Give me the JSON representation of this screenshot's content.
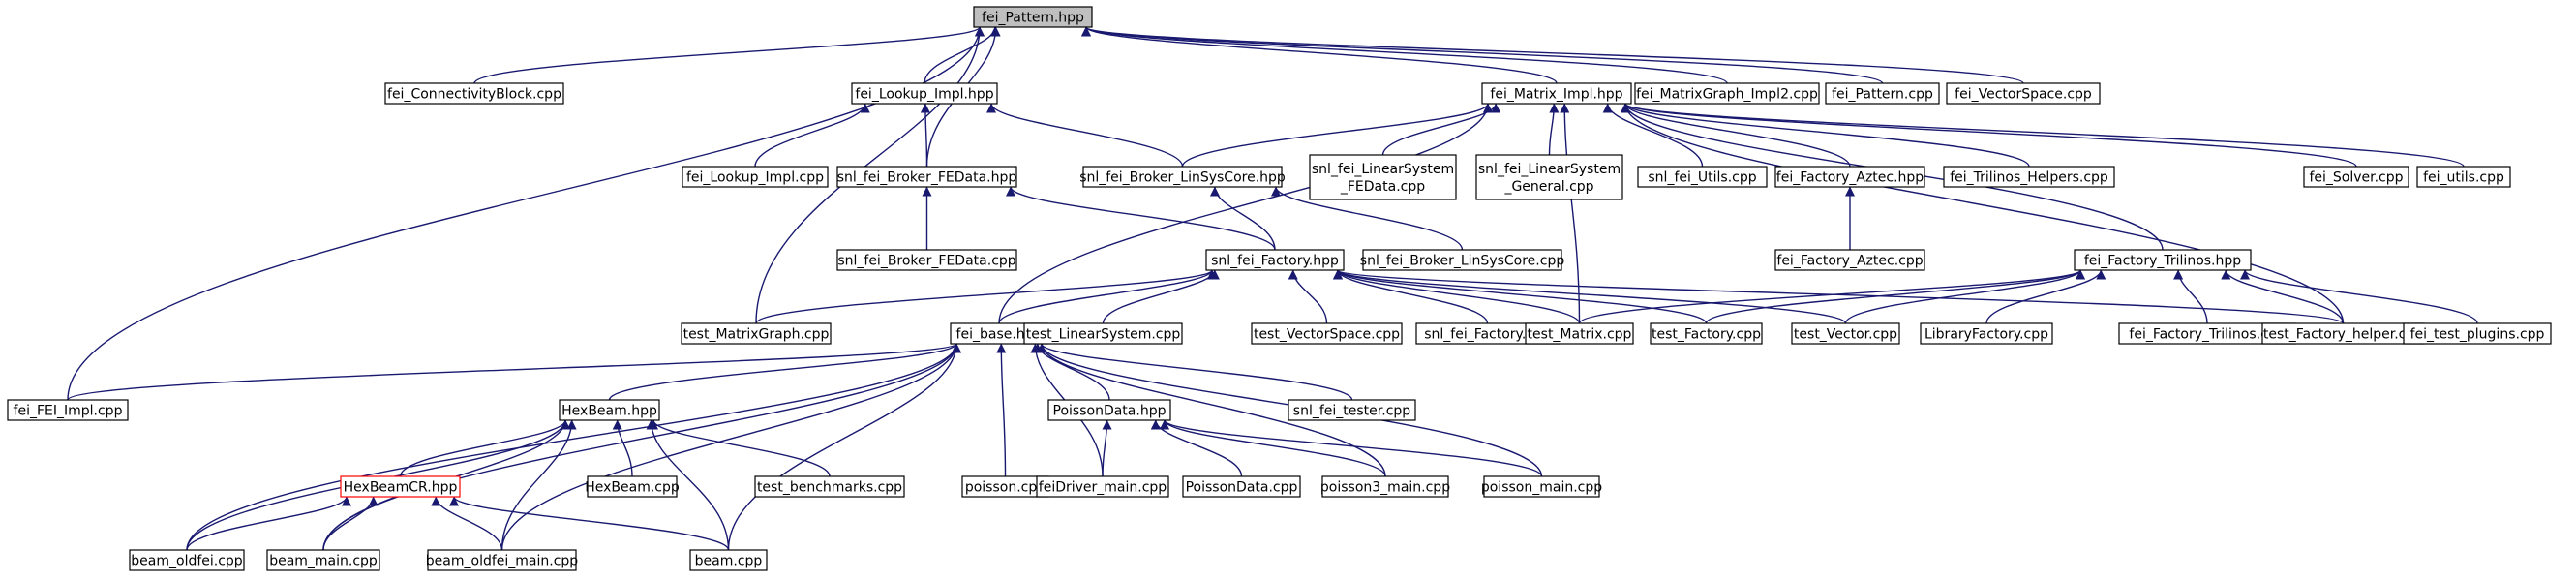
{
  "nodes": [
    {
      "id": "fei_pattern_hpp",
      "label": "fei_Pattern.hpp",
      "root": true
    },
    {
      "id": "fei_connectivityblock_cpp",
      "label": "fei_ConnectivityBlock.cpp"
    },
    {
      "id": "fei_lookup_impl_hpp",
      "label": "fei_Lookup_Impl.hpp"
    },
    {
      "id": "fei_matrix_impl_hpp",
      "label": "fei_Matrix_Impl.hpp"
    },
    {
      "id": "fei_matrixgraph_impl2_cpp",
      "label": "fei_MatrixGraph_Impl2.cpp"
    },
    {
      "id": "fei_pattern_cpp",
      "label": "fei_Pattern.cpp"
    },
    {
      "id": "fei_vectorspace_cpp",
      "label": "fei_VectorSpace.cpp"
    },
    {
      "id": "fei_lookup_impl_cpp",
      "label": "fei_Lookup_Impl.cpp"
    },
    {
      "id": "snl_fei_broker_fedata_hpp",
      "label": "snl_fei_Broker_FEData.hpp"
    },
    {
      "id": "snl_fei_broker_linsyscore_hpp",
      "label": "snl_fei_Broker_LinSysCore.hpp"
    },
    {
      "id": "snl_fei_linearsystem_fedata_cpp",
      "label": [
        "snl_fei_LinearSystem",
        "_FEData.cpp"
      ]
    },
    {
      "id": "snl_fei_linearsystem_general_cpp",
      "label": [
        "snl_fei_LinearSystem",
        "_General.cpp"
      ]
    },
    {
      "id": "snl_fei_utils_cpp",
      "label": "snl_fei_Utils.cpp"
    },
    {
      "id": "fei_factory_aztec_hpp",
      "label": "fei_Factory_Aztec.hpp"
    },
    {
      "id": "fei_trilinos_helpers_cpp",
      "label": "fei_Trilinos_Helpers.cpp"
    },
    {
      "id": "fei_solver_cpp",
      "label": "fei_Solver.cpp"
    },
    {
      "id": "fei_utils_cpp",
      "label": "fei_utils.cpp"
    },
    {
      "id": "snl_fei_broker_fedata_cpp",
      "label": "snl_fei_Broker_FEData.cpp"
    },
    {
      "id": "snl_fei_factory_hpp",
      "label": "snl_fei_Factory.hpp"
    },
    {
      "id": "snl_fei_broker_linsyscore_cpp",
      "label": "snl_fei_Broker_LinSysCore.cpp"
    },
    {
      "id": "fei_factory_aztec_cpp",
      "label": "fei_Factory_Aztec.cpp"
    },
    {
      "id": "fei_factory_trilinos_hpp",
      "label": "fei_Factory_Trilinos.hpp"
    },
    {
      "id": "test_matrixgraph_cpp",
      "label": "test_MatrixGraph.cpp"
    },
    {
      "id": "fei_base_hpp",
      "label": "fei_base.hpp"
    },
    {
      "id": "test_linearsystem_cpp",
      "label": "test_LinearSystem.cpp"
    },
    {
      "id": "test_vectorspace_cpp",
      "label": "test_VectorSpace.cpp"
    },
    {
      "id": "snl_fei_factory_cpp",
      "label": "snl_fei_Factory.cpp"
    },
    {
      "id": "test_matrix_cpp",
      "label": "test_Matrix.cpp"
    },
    {
      "id": "test_factory_cpp",
      "label": "test_Factory.cpp"
    },
    {
      "id": "test_vector_cpp",
      "label": "test_Vector.cpp"
    },
    {
      "id": "libraryfactory_cpp",
      "label": "LibraryFactory.cpp"
    },
    {
      "id": "fei_factory_trilinos_cpp",
      "label": "fei_Factory_Trilinos.cpp"
    },
    {
      "id": "test_factory_helper_cpp",
      "label": "test_Factory_helper.cpp"
    },
    {
      "id": "fei_test_plugins_cpp",
      "label": "fei_test_plugins.cpp"
    },
    {
      "id": "fei_fei_impl_cpp",
      "label": "fei_FEI_Impl.cpp"
    },
    {
      "id": "hexbeam_hpp",
      "label": "HexBeam.hpp"
    },
    {
      "id": "poissondata_hpp",
      "label": "PoissonData.hpp"
    },
    {
      "id": "snl_fei_tester_cpp",
      "label": "snl_fei_tester.cpp"
    },
    {
      "id": "hexbeamcr_hpp",
      "label": "HexBeamCR.hpp",
      "red": true
    },
    {
      "id": "hexbeam_cpp",
      "label": "HexBeam.cpp"
    },
    {
      "id": "test_benchmarks_cpp",
      "label": "test_benchmarks.cpp"
    },
    {
      "id": "poisson_cpp",
      "label": "poisson.cpp"
    },
    {
      "id": "feidriver_main_cpp",
      "label": "feiDriver_main.cpp"
    },
    {
      "id": "poissondata_cpp",
      "label": "PoissonData.cpp"
    },
    {
      "id": "poisson3_main_cpp",
      "label": "poisson3_main.cpp"
    },
    {
      "id": "poisson_main_cpp",
      "label": "poisson_main.cpp"
    },
    {
      "id": "beam_oldfei_cpp",
      "label": "beam_oldfei.cpp"
    },
    {
      "id": "beam_main_cpp",
      "label": "beam_main.cpp"
    },
    {
      "id": "beam_oldfei_main_cpp",
      "label": "beam_oldfei_main.cpp"
    },
    {
      "id": "beam_cpp",
      "label": "beam.cpp"
    }
  ],
  "edges": [
    [
      "fei_connectivityblock_cpp",
      "fei_pattern_hpp"
    ],
    [
      "fei_lookup_impl_hpp",
      "fei_pattern_hpp"
    ],
    [
      "snl_fei_broker_fedata_hpp",
      "fei_pattern_hpp"
    ],
    [
      "test_matrixgraph_cpp",
      "fei_pattern_hpp"
    ],
    [
      "fei_fei_impl_cpp",
      "fei_pattern_hpp"
    ],
    [
      "fei_matrix_impl_hpp",
      "fei_pattern_hpp"
    ],
    [
      "fei_matrixgraph_impl2_cpp",
      "fei_pattern_hpp"
    ],
    [
      "fei_pattern_cpp",
      "fei_pattern_hpp"
    ],
    [
      "fei_vectorspace_cpp",
      "fei_pattern_hpp"
    ],
    [
      "fei_lookup_impl_cpp",
      "fei_lookup_impl_hpp"
    ],
    [
      "snl_fei_broker_fedata_hpp",
      "fei_lookup_impl_hpp"
    ],
    [
      "snl_fei_broker_linsyscore_hpp",
      "fei_lookup_impl_hpp"
    ],
    [
      "fei_base_hpp",
      "fei_matrix_impl_hpp"
    ],
    [
      "snl_fei_broker_linsyscore_hpp",
      "fei_matrix_impl_hpp"
    ],
    [
      "snl_fei_linearsystem_fedata_cpp",
      "fei_matrix_impl_hpp"
    ],
    [
      "snl_fei_linearsystem_general_cpp",
      "fei_matrix_impl_hpp"
    ],
    [
      "snl_fei_utils_cpp",
      "fei_matrix_impl_hpp"
    ],
    [
      "fei_factory_aztec_hpp",
      "fei_matrix_impl_hpp"
    ],
    [
      "fei_trilinos_helpers_cpp",
      "fei_matrix_impl_hpp"
    ],
    [
      "fei_factory_trilinos_hpp",
      "fei_matrix_impl_hpp"
    ],
    [
      "test_factory_helper_cpp",
      "fei_matrix_impl_hpp"
    ],
    [
      "test_matrix_cpp",
      "fei_matrix_impl_hpp"
    ],
    [
      "fei_solver_cpp",
      "fei_matrix_impl_hpp"
    ],
    [
      "fei_utils_cpp",
      "fei_matrix_impl_hpp"
    ],
    [
      "snl_fei_broker_fedata_cpp",
      "snl_fei_broker_fedata_hpp"
    ],
    [
      "snl_fei_factory_hpp",
      "snl_fei_broker_fedata_hpp"
    ],
    [
      "snl_fei_factory_hpp",
      "snl_fei_broker_linsyscore_hpp"
    ],
    [
      "snl_fei_broker_linsyscore_cpp",
      "snl_fei_broker_linsyscore_hpp"
    ],
    [
      "fei_factory_aztec_cpp",
      "fei_factory_aztec_hpp"
    ],
    [
      "test_matrixgraph_cpp",
      "snl_fei_factory_hpp"
    ],
    [
      "fei_base_hpp",
      "snl_fei_factory_hpp"
    ],
    [
      "test_linearsystem_cpp",
      "snl_fei_factory_hpp"
    ],
    [
      "test_vectorspace_cpp",
      "snl_fei_factory_hpp"
    ],
    [
      "snl_fei_factory_cpp",
      "snl_fei_factory_hpp"
    ],
    [
      "test_matrix_cpp",
      "snl_fei_factory_hpp"
    ],
    [
      "test_factory_cpp",
      "snl_fei_factory_hpp"
    ],
    [
      "test_vector_cpp",
      "snl_fei_factory_hpp"
    ],
    [
      "test_factory_helper_cpp",
      "snl_fei_factory_hpp"
    ],
    [
      "test_matrix_cpp",
      "fei_factory_trilinos_hpp"
    ],
    [
      "test_factory_cpp",
      "fei_factory_trilinos_hpp"
    ],
    [
      "test_vector_cpp",
      "fei_factory_trilinos_hpp"
    ],
    [
      "libraryfactory_cpp",
      "fei_factory_trilinos_hpp"
    ],
    [
      "fei_factory_trilinos_cpp",
      "fei_factory_trilinos_hpp"
    ],
    [
      "test_factory_helper_cpp",
      "fei_factory_trilinos_hpp"
    ],
    [
      "fei_test_plugins_cpp",
      "fei_factory_trilinos_hpp"
    ],
    [
      "fei_fei_impl_cpp",
      "fei_base_hpp"
    ],
    [
      "hexbeam_hpp",
      "fei_base_hpp"
    ],
    [
      "poissondata_hpp",
      "fei_base_hpp"
    ],
    [
      "snl_fei_tester_cpp",
      "fei_base_hpp"
    ],
    [
      "poisson_cpp",
      "fei_base_hpp"
    ],
    [
      "feidriver_main_cpp",
      "fei_base_hpp"
    ],
    [
      "poisson3_main_cpp",
      "fei_base_hpp"
    ],
    [
      "poisson_main_cpp",
      "fei_base_hpp"
    ],
    [
      "beam_oldfei_cpp",
      "fei_base_hpp"
    ],
    [
      "beam_main_cpp",
      "fei_base_hpp"
    ],
    [
      "beam_oldfei_main_cpp",
      "fei_base_hpp"
    ],
    [
      "beam_cpp",
      "fei_base_hpp"
    ],
    [
      "hexbeamcr_hpp",
      "hexbeam_hpp"
    ],
    [
      "hexbeam_cpp",
      "hexbeam_hpp"
    ],
    [
      "test_benchmarks_cpp",
      "hexbeam_hpp"
    ],
    [
      "beam_oldfei_cpp",
      "hexbeam_hpp"
    ],
    [
      "beam_main_cpp",
      "hexbeam_hpp"
    ],
    [
      "beam_oldfei_main_cpp",
      "hexbeam_hpp"
    ],
    [
      "beam_cpp",
      "hexbeam_hpp"
    ],
    [
      "feidriver_main_cpp",
      "poissondata_hpp"
    ],
    [
      "poissondata_cpp",
      "poissondata_hpp"
    ],
    [
      "poisson3_main_cpp",
      "poissondata_hpp"
    ],
    [
      "poisson_main_cpp",
      "poissondata_hpp"
    ],
    [
      "beam_oldfei_cpp",
      "hexbeamcr_hpp"
    ],
    [
      "beam_main_cpp",
      "hexbeamcr_hpp"
    ],
    [
      "beam_oldfei_main_cpp",
      "hexbeamcr_hpp"
    ],
    [
      "beam_cpp",
      "hexbeamcr_hpp"
    ]
  ]
}
